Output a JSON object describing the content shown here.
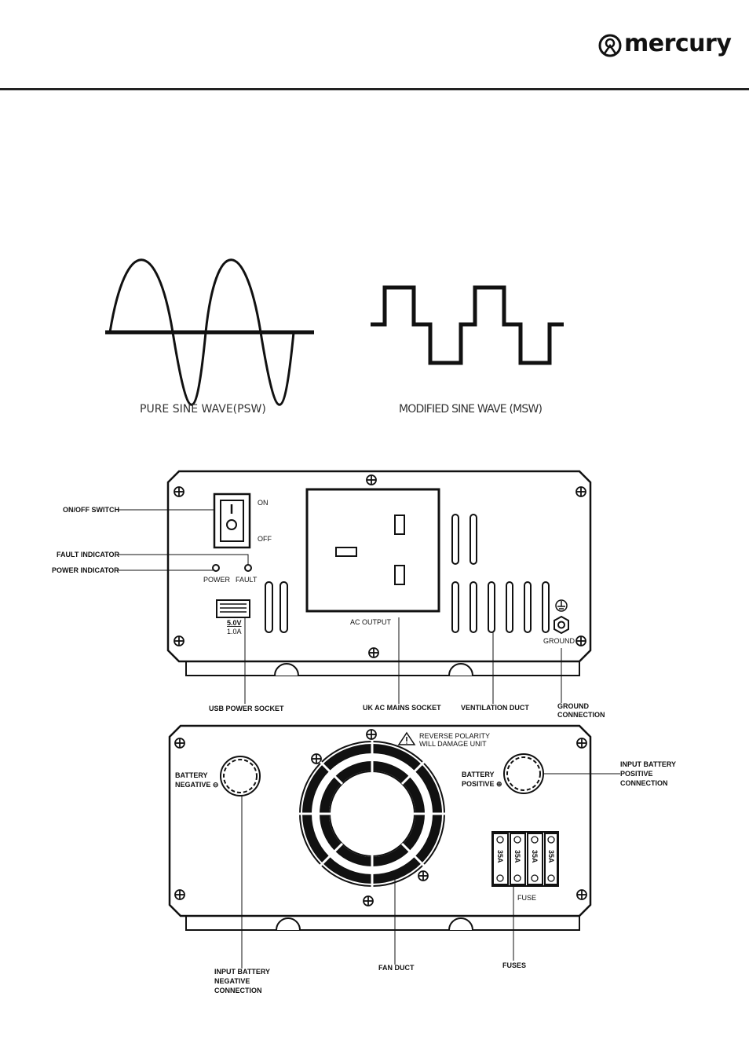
{
  "brand": {
    "name": "mercury"
  },
  "waveforms": {
    "pure_caption": "PURE SINE WAVE(PSW)",
    "modified_caption": "MODIFIED SINE WAVE (MSW)"
  },
  "front_panel": {
    "switch_on": "ON",
    "switch_off": "OFF",
    "power_led": "POWER",
    "fault_led": "FAULT",
    "usb_voltage": "5.0V",
    "usb_current": "1.0A",
    "ac_output": "AC OUTPUT",
    "ground": "GROUND",
    "callouts": {
      "on_off_switch": "ON/OFF SWITCH",
      "fault_indicator": "FAULT INDICATOR",
      "power_indicator": "POWER INDICATOR",
      "usb_power_socket": "USB POWER SOCKET",
      "uk_ac_mains_socket": "UK AC MAINS SOCKET",
      "ventilation_duct": "VENTILATION DUCT",
      "ground_connection_1": "GROUND",
      "ground_connection_2": "CONNECTION"
    }
  },
  "rear_panel": {
    "warning_1": "REVERSE POLARITY",
    "warning_2": "WILL DAMAGE UNIT",
    "battery_negative_1": "BATTERY",
    "battery_negative_2": "NEGATIVE ⊖",
    "battery_positive_1": "BATTERY",
    "battery_positive_2": "POSITIVE ⊕",
    "fuse_label": "FUSE",
    "fuse_ratings": [
      "35A",
      "35A",
      "35A",
      "35A"
    ],
    "callouts": {
      "input_positive_1": "INPUT BATTERY",
      "input_positive_2": "POSITIVE",
      "input_positive_3": "CONNECTION",
      "input_negative_1": "INPUT BATTERY",
      "input_negative_2": "NEGATIVE",
      "input_negative_3": "CONNECTION",
      "fan_duct": "FAN DUCT",
      "fuses": "FUSES"
    }
  }
}
